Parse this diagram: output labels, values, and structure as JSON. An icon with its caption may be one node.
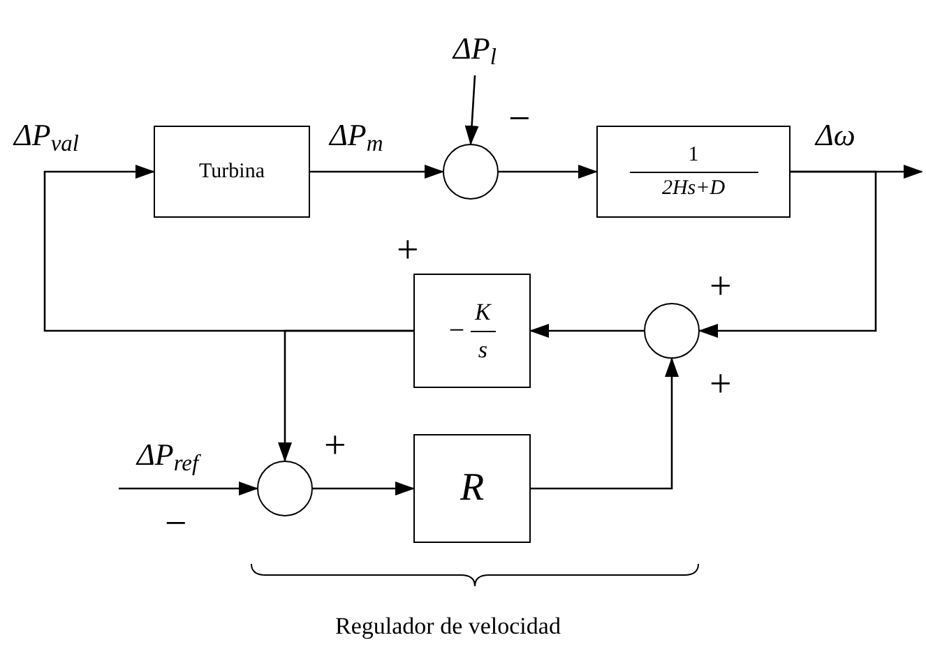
{
  "diagram": {
    "nodes": [
      {
        "text": [
          "Turbina"
        ]
      },
      {
        "text": [],
        "shape": "circle"
      },
      {
        "text": [
          "ΔP$_{l}$"
        ]
      },
      {
        "text": [
          "1",
          "2Hs+D"
        ]
      },
      {
        "text": [],
        "shape": "circle"
      },
      {
        "text": [
          "−",
          "K",
          "s"
        ]
      },
      {
        "text": [],
        "shape": "circle"
      },
      {
        "text": [
          "ΔP$_{ref}$"
        ]
      },
      {
        "text": [
          "R"
        ]
      }
    ],
    "edges": [
      {
        "from": 0,
        "to": 1,
        "arrow": "to",
        "label": "ΔP$_{m}$"
      },
      {
        "from": 2,
        "to": 1,
        "arrow": "to"
      },
      {
        "from": 1,
        "to": 3,
        "arrow": "to"
      },
      {
        "from": 3,
        "to": null,
        "arrow": "to",
        "label": "Δω"
      },
      {
        "from": 3,
        "to": 4,
        "arrow": "to"
      },
      {
        "from": 4,
        "to": 5,
        "arrow": "to"
      },
      {
        "from": 5,
        "to": 0,
        "arrow": "to",
        "label": "ΔP$_{val}$"
      },
      {
        "from": 5,
        "to": 6,
        "arrow": "to"
      },
      {
        "from": 7,
        "to": 6,
        "arrow": "to"
      },
      {
        "from": 6,
        "to": 8,
        "arrow": "to"
      },
      {
        "from": 8,
        "to": 4,
        "arrow": "to"
      }
    ],
    "labels": [
      "−",
      "+",
      "+",
      "+",
      "+",
      "−",
      "Regulador de velocidad"
    ]
  }
}
